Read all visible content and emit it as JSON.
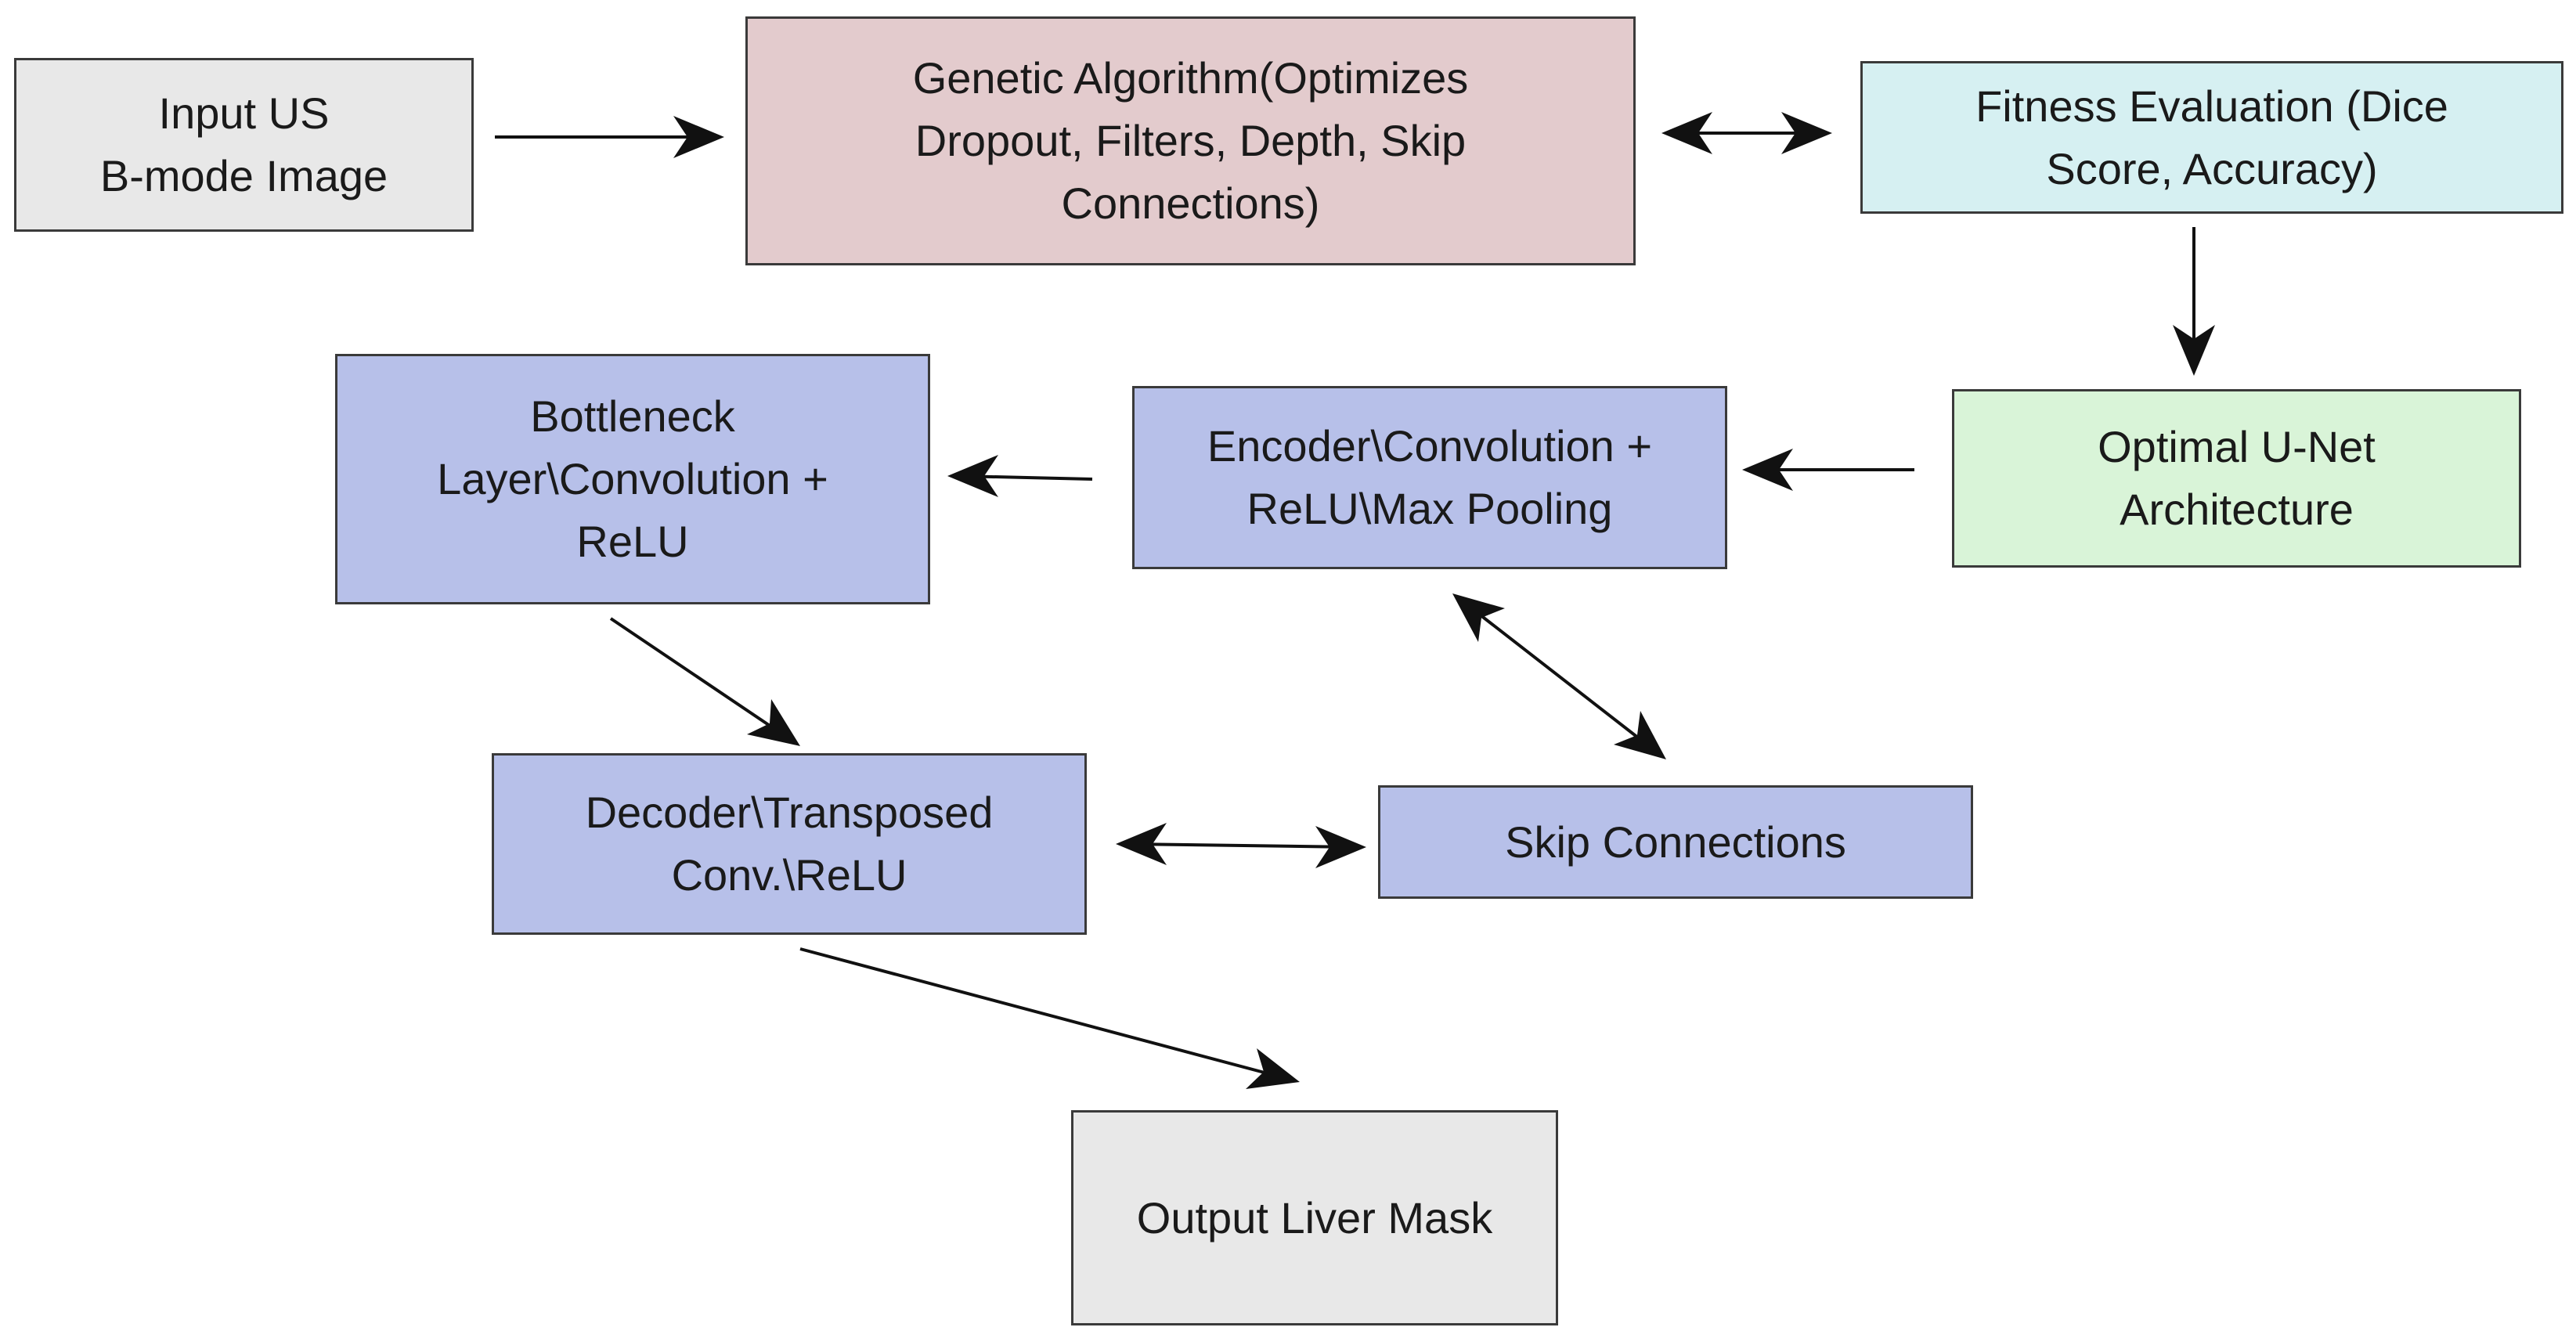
{
  "nodes": {
    "input": {
      "label": "Input US\nB-mode Image",
      "color": "#e8e8e8"
    },
    "genetic": {
      "label": "Genetic Algorithm(Optimizes\nDropout, Filters, Depth, Skip\nConnections)",
      "color": "#e3cbcd"
    },
    "fitness": {
      "label": "Fitness Evaluation (Dice\nScore, Accuracy)",
      "color": "#d6f0f2"
    },
    "optimal": {
      "label": "Optimal U-Net\nArchitecture",
      "color": "#d9f4d8"
    },
    "encoder": {
      "label": "Encoder\\Convolution +\nReLU\\Max Pooling",
      "color": "#b7c0e9"
    },
    "bottleneck": {
      "label": "Bottleneck\nLayer\\Convolution +\nReLU",
      "color": "#b7c0e9"
    },
    "decoder": {
      "label": "Decoder\\Transposed\nConv.\\ReLU",
      "color": "#b7c0e9"
    },
    "skip": {
      "label": "Skip Connections",
      "color": "#b7c0e9"
    },
    "output": {
      "label": "Output Liver Mask",
      "color": "#e8e8e8"
    }
  },
  "edges": [
    {
      "from": "input",
      "to": "genetic",
      "direction": "forward"
    },
    {
      "from": "genetic",
      "to": "fitness",
      "direction": "both"
    },
    {
      "from": "fitness",
      "to": "optimal",
      "direction": "forward"
    },
    {
      "from": "optimal",
      "to": "encoder",
      "direction": "forward"
    },
    {
      "from": "encoder",
      "to": "bottleneck",
      "direction": "forward"
    },
    {
      "from": "encoder",
      "to": "skip",
      "direction": "both"
    },
    {
      "from": "bottleneck",
      "to": "decoder",
      "direction": "forward"
    },
    {
      "from": "decoder",
      "to": "skip",
      "direction": "both"
    },
    {
      "from": "decoder",
      "to": "output",
      "direction": "forward"
    }
  ]
}
